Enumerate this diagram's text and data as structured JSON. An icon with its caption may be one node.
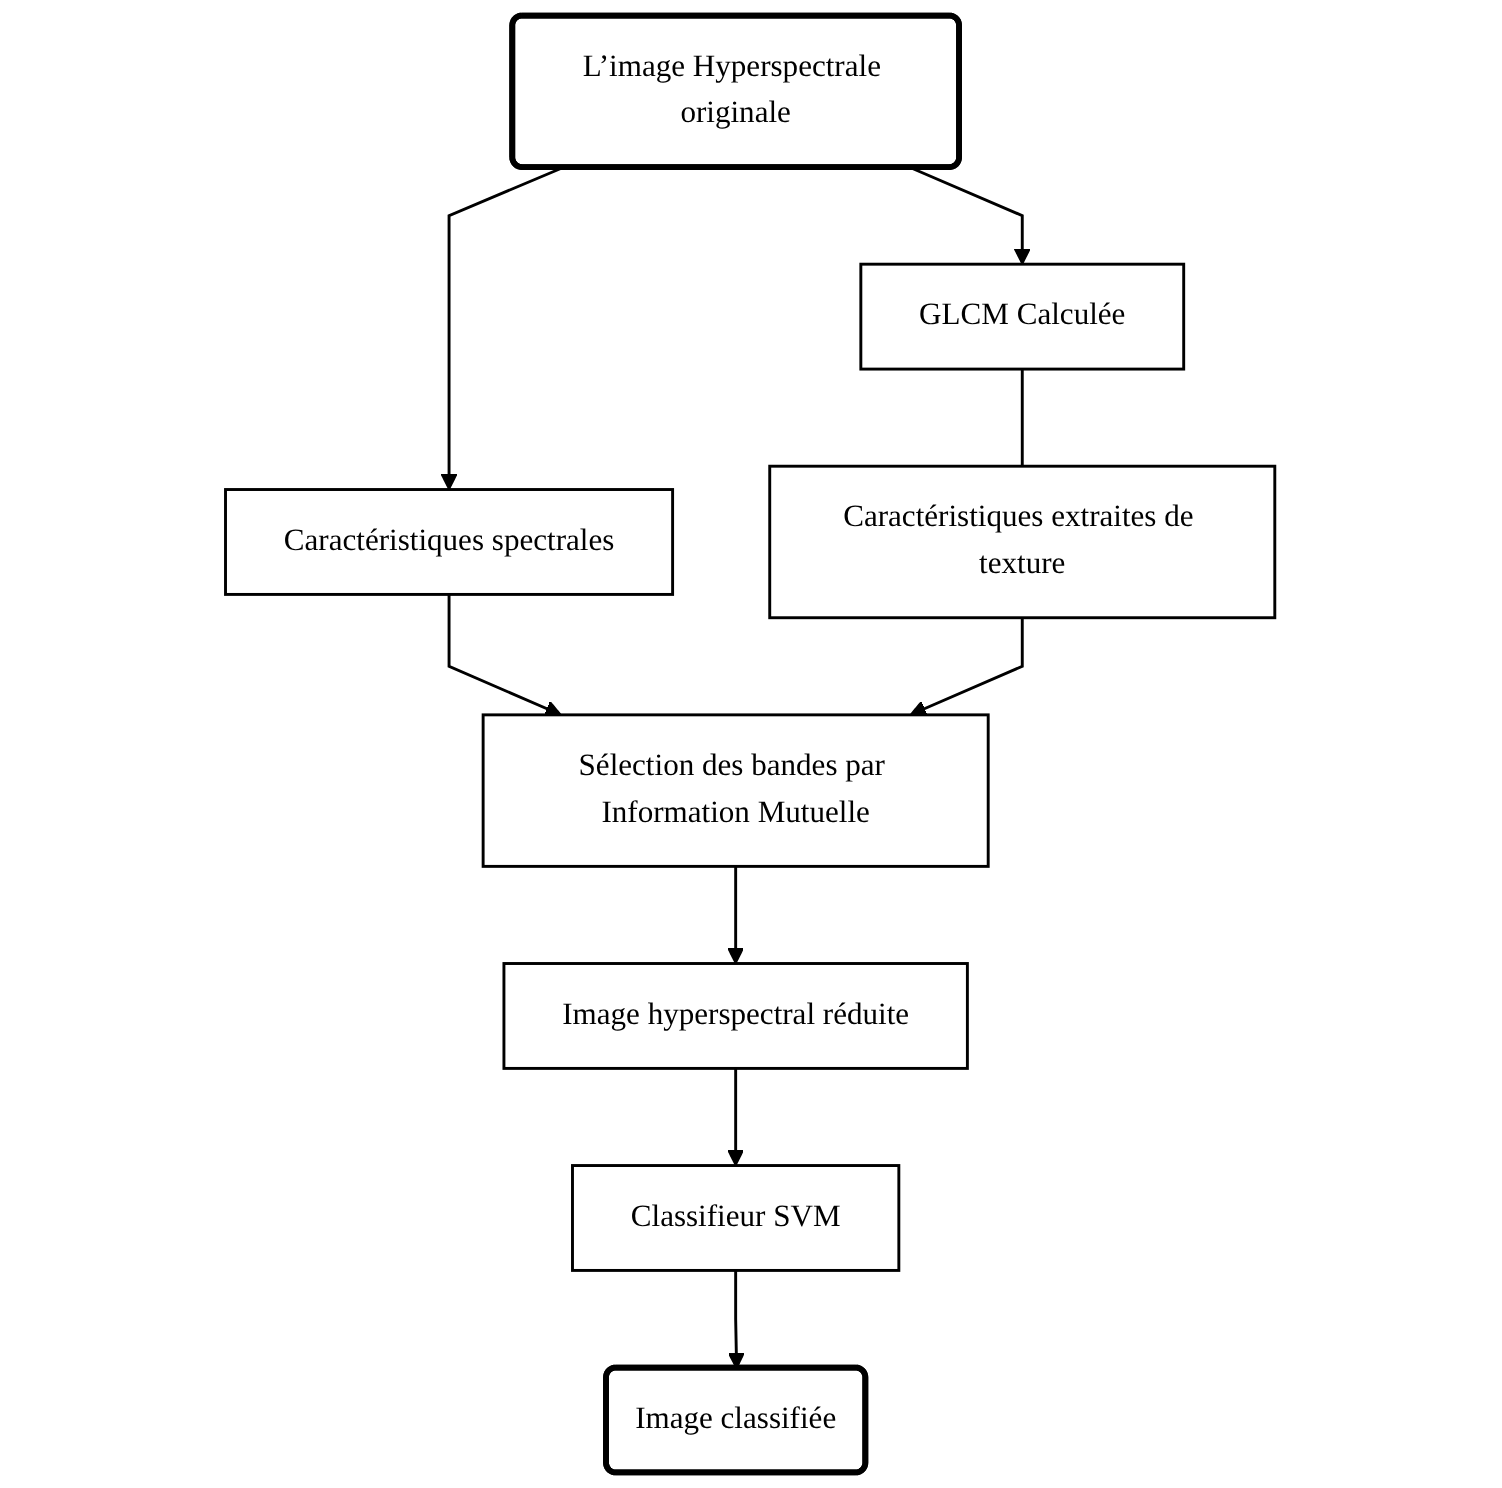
{
  "diagram": {
    "nodes": [
      {
        "text": [
          "L’image Hyperspectrale originale"
        ]
      },
      {
        "text": [
          "Caractéristiques spectrales"
        ]
      },
      {
        "text": [
          "GLCM Calculée"
        ]
      },
      {
        "text": [
          "Caractéristiques extraites de texture"
        ]
      },
      {
        "text": [
          "Sélection des bandes par Information Mutuelle"
        ]
      },
      {
        "text": [
          "Image hyperspectral réduite"
        ]
      },
      {
        "text": [
          "Classifieur SVM"
        ]
      },
      {
        "text": [
          "Image classifiée"
        ]
      }
    ],
    "edges": [
      {
        "from": 0,
        "to": 1,
        "arrow": "to"
      },
      {
        "from": 0,
        "to": 2,
        "arrow": "to"
      },
      {
        "from": 2,
        "to": 3,
        "arrow": "none"
      },
      {
        "from": 1,
        "to": 4,
        "arrow": "to"
      },
      {
        "from": 3,
        "to": 4,
        "arrow": "to"
      },
      {
        "from": 4,
        "to": 5,
        "arrow": "to"
      },
      {
        "from": 5,
        "to": 6,
        "arrow": "to"
      },
      {
        "from": 6,
        "to": 7,
        "arrow": "to"
      }
    ]
  }
}
